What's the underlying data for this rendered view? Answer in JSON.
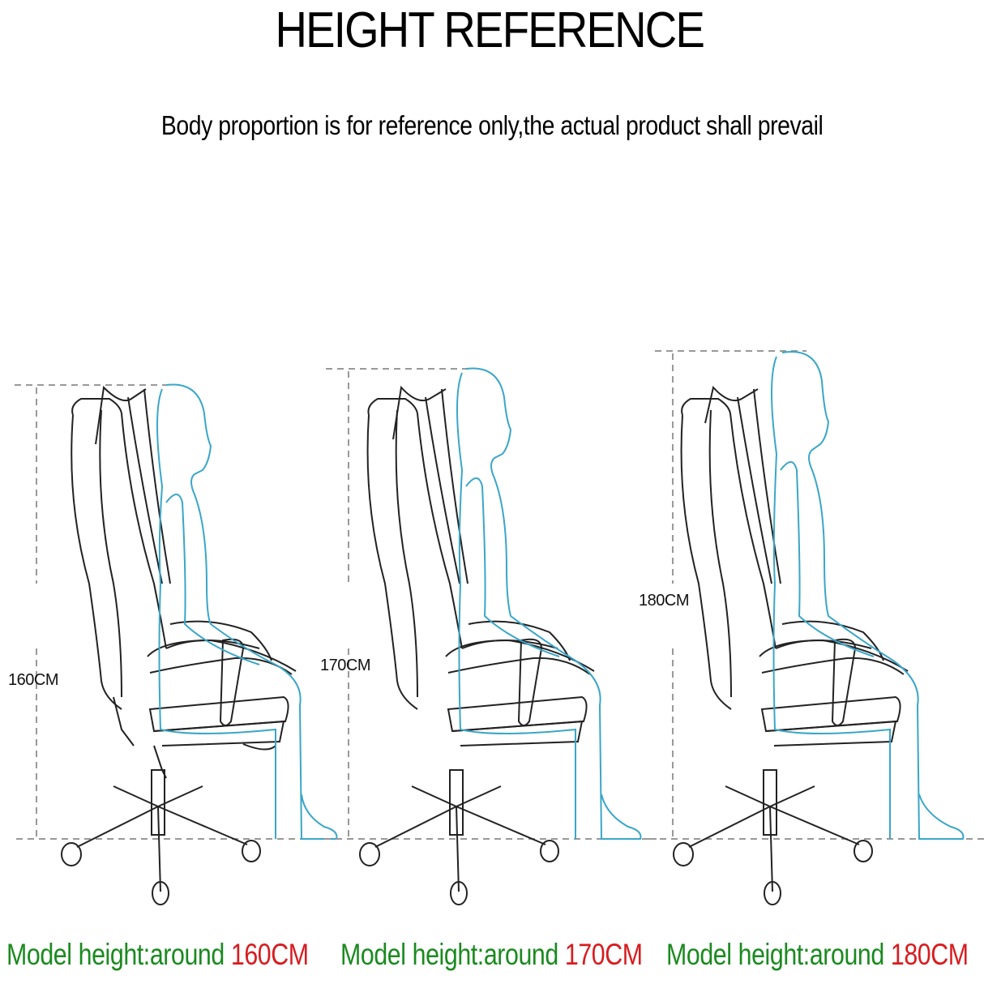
{
  "header": {
    "title": "HEIGHT REFERENCE",
    "subtitle": "Body proportion is for reference only,the actual product shall prevail"
  },
  "figures": [
    {
      "dimension_label": "160CM",
      "caption_prefix": "Model height:around ",
      "caption_value": "160CM"
    },
    {
      "dimension_label": "170CM",
      "caption_prefix": "Model height:around ",
      "caption_value": "170CM"
    },
    {
      "dimension_label": "180CM",
      "caption_prefix": "Model height:around ",
      "caption_value": "180CM"
    }
  ],
  "colors": {
    "chair_outline": "#222222",
    "person_outline": "#3aa6c9",
    "dimension_line": "#999999",
    "caption_text": "#1a8a1f",
    "caption_value": "#d81c1f"
  }
}
